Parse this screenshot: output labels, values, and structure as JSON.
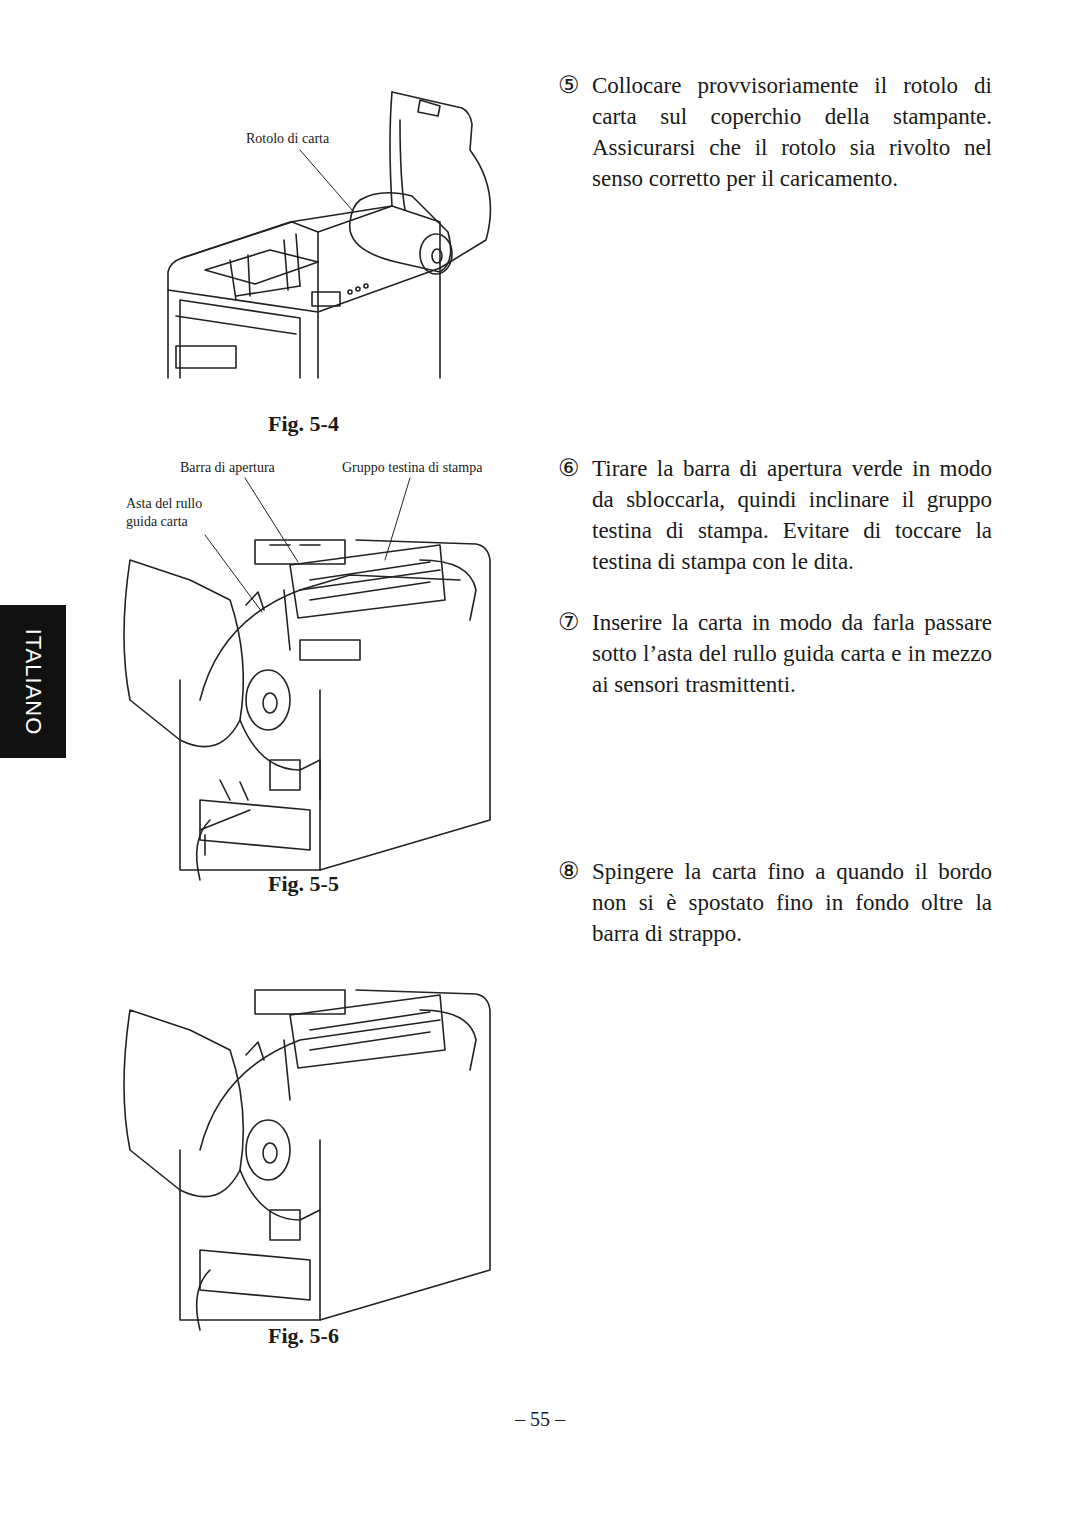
{
  "diagram": {
    "nodes": [
      {
        "text": [
          "ITALIANO"
        ]
      }
    ],
    "labels": [
      "Rotolo di carta",
      "Fig. 5-4",
      "Barra di apertura",
      "Gruppo testina di stampa",
      "Asta del rullo guida carta",
      "Fig. 5-5",
      "Fig. 5-6",
      "⑤",
      "Collocare provvisoriamente il rotolo di carta sul coperchio della stampante. Assicurarsi che il rotolo sia rivolto nel senso corretto per il caricamento.",
      "⑥",
      "Tirare la barra di apertura verde in modo da sbloccarla, quindi inclinare il gruppo testina di stampa. Evitare di toccare la testina di stampa con le dita.",
      "⑦",
      "Inserire la carta in modo da farla passare sotto l’asta del rullo guida carta e in mezzo ai sensori trasmittenti.",
      "⑧",
      "Spingere la carta fino a quando il bordo non si è spostato fino in fondo oltre la barra di strappo.",
      "– 55 –"
    ]
  }
}
